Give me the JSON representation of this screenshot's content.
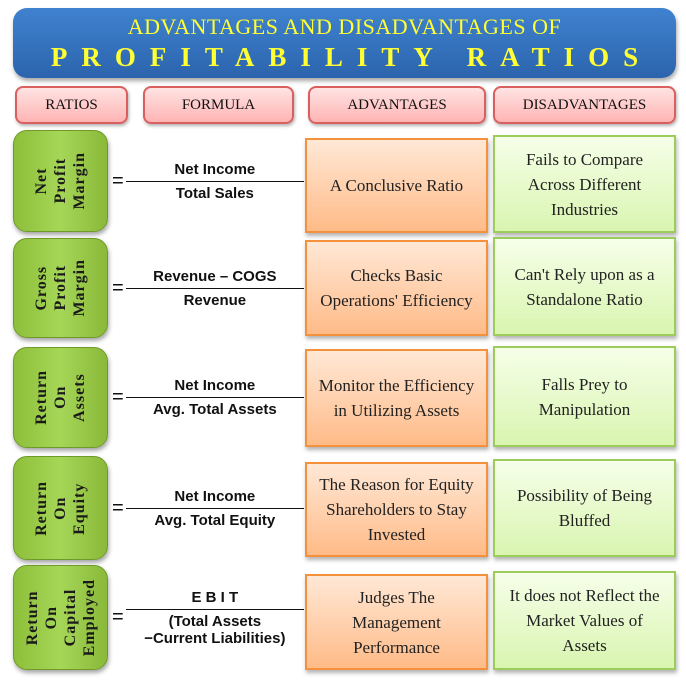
{
  "title": {
    "line1": "ADVANTAGES AND DISADVANTAGES OF",
    "line2": "PROFITABILITY RATIOS"
  },
  "headers": [
    "RATIOS",
    "FORMULA",
    "ADVANTAGES",
    "DISADVANTAGES"
  ],
  "rows": [
    {
      "ratio": "Net\nProfit\nMargin",
      "numerator": "Net Income",
      "denominator": "Total Sales",
      "advantage": "A Conclusive Ratio",
      "disadvantage": "Fails to Compare Across Different Industries"
    },
    {
      "ratio": "Gross\nProfit\nMargin",
      "numerator": "Revenue – COGS",
      "denominator": "Revenue",
      "advantage": "Checks Basic Operations' Efficiency",
      "disadvantage": "Can't Rely upon as a Standalone Ratio"
    },
    {
      "ratio": "Return\nOn\nAssets",
      "numerator": "Net Income",
      "denominator": "Avg. Total Assets",
      "advantage": "Monitor the Efficiency in Utilizing Assets",
      "disadvantage": "Falls Prey to Manipulation"
    },
    {
      "ratio": "Return\nOn\nEquity",
      "numerator": "Net Income",
      "denominator": "Avg. Total Equity",
      "advantage": "The Reason for Equity Shareholders to Stay Invested",
      "disadvantage": "Possibility of Being Bluffed"
    },
    {
      "ratio": "Return\nOn\nCapital\nEmployed",
      "numerator": "E B I T",
      "denominator": "(Total Assets\n−Current Liabilities)",
      "advantage": "Judges The Management Performance",
      "disadvantage": "It does not Reflect the Market Values of Assets"
    }
  ],
  "equals": "=",
  "colors": {
    "banner": "#3572bf",
    "title_text": "#ffff33",
    "header_fill": "#ffc4c4",
    "ratio_fill": "#9acb48",
    "advantage_fill": "#ffcfa8",
    "disadvantage_fill": "#e6f9c9"
  }
}
